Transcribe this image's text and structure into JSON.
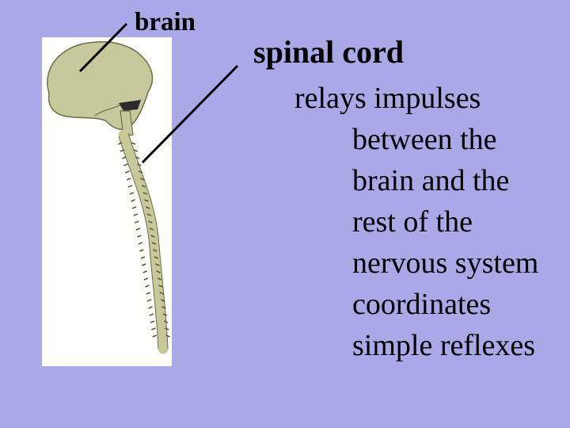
{
  "labels": {
    "brain": "brain"
  },
  "text": {
    "title": "spinal cord",
    "lines": [
      "relays impulses",
      "between the",
      "brain and the",
      "rest of the",
      "nervous system",
      "coordinates",
      "simple reflexes"
    ]
  },
  "colors": {
    "background": "#a9a9e8",
    "panel": "#fefefb",
    "tissue": "#c8c99a",
    "dark": "#2b2b2b"
  }
}
